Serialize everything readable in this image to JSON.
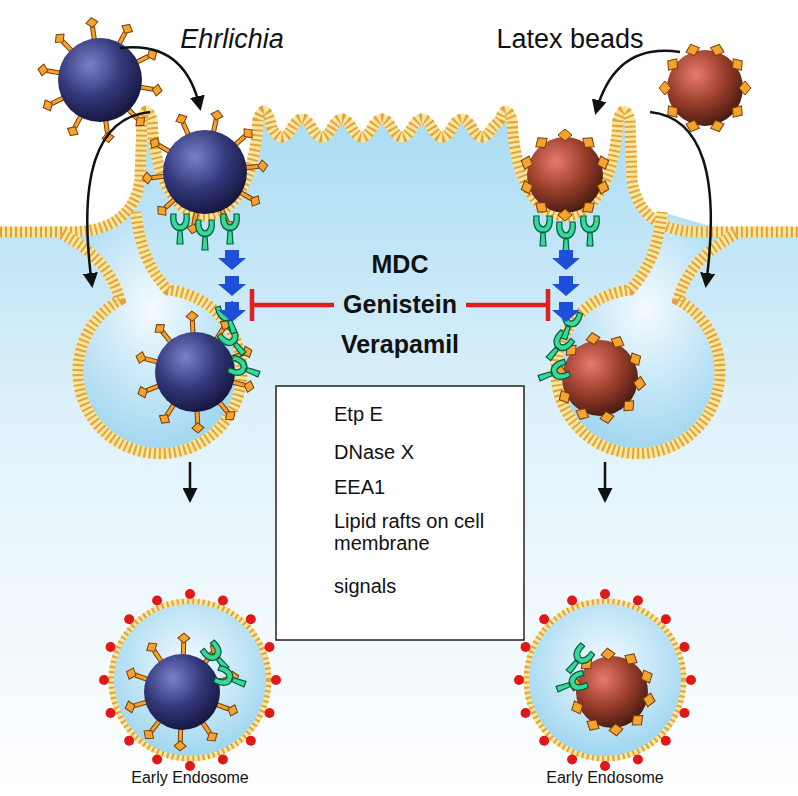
{
  "diagram": {
    "labels": [
      "Ehrlichia",
      "Latex beads",
      "MDC",
      "Genistein",
      "Verapamil",
      "Early Endosome",
      "Early Endosome"
    ],
    "legend": [
      {
        "text": "Etp E"
      },
      {
        "text": "DNase X"
      },
      {
        "text": "EEA1"
      },
      {
        "text": "Lipid rafts on cell membrane"
      },
      {
        "text": "signals"
      }
    ]
  }
}
